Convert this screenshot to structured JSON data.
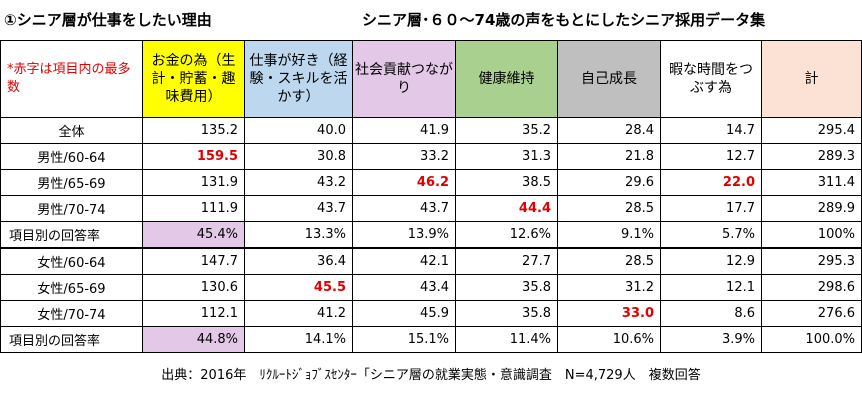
{
  "title_left": "①シニア層が仕事をしたい理由",
  "title_right": "シニア層･６０～74歳の声をもとにしたシニア採用データ集",
  "header": {
    "note": "*赤字は項目内の最多数",
    "columns": [
      {
        "label": "お金の為（生計・貯蓄・趣味費用）",
        "color": "#ffff00"
      },
      {
        "label": "仕事が好き（経験・スキルを活かす）",
        "color": "#bdd7ee"
      },
      {
        "label": "社会貢献つながり",
        "color": "#e4c8e8"
      },
      {
        "label": "健康維持",
        "color": "#a9d08e"
      },
      {
        "label": "自己成長",
        "color": "#bfbfbf"
      },
      {
        "label": "暇な時間をつぶす為",
        "color": "#ffffff"
      },
      {
        "label": "計",
        "color": "#fbe2d5"
      }
    ]
  },
  "rows": [
    {
      "label": "全体",
      "values": [
        "135.2",
        "40.0",
        "41.9",
        "35.2",
        "28.4",
        "14.7",
        "295.4"
      ],
      "max_index": -1
    },
    {
      "label": "男性/60-64",
      "values": [
        "159.5",
        "30.8",
        "33.2",
        "31.3",
        "21.8",
        "12.7",
        "289.3"
      ],
      "max_index": 0
    },
    {
      "label": "男性/65-69",
      "values": [
        "131.9",
        "43.2",
        "46.2",
        "38.5",
        "29.6",
        "22.0",
        "311.4"
      ],
      "max_index": [
        2,
        5
      ]
    },
    {
      "label": "男性/70-74",
      "values": [
        "111.9",
        "43.7",
        "43.7",
        "44.4",
        "28.5",
        "17.7",
        "289.9"
      ],
      "max_index": 3
    },
    {
      "label": "項目別の回答率",
      "values": [
        "45.4%",
        "13.3%",
        "13.9%",
        "12.6%",
        "9.1%",
        "5.7%",
        "100%"
      ],
      "rate": true
    },
    {
      "label": "女性/60-64",
      "values": [
        "147.7",
        "36.4",
        "42.1",
        "27.7",
        "28.5",
        "12.9",
        "295.3"
      ],
      "max_index": -1
    },
    {
      "label": "女性/65-69",
      "values": [
        "130.6",
        "45.5",
        "43.4",
        "35.8",
        "31.2",
        "12.1",
        "298.6"
      ],
      "max_index": 1
    },
    {
      "label": "女性/70-74",
      "values": [
        "112.1",
        "41.2",
        "45.9",
        "35.8",
        "33.0",
        "8.6",
        "276.6"
      ],
      "max_index": 4
    },
    {
      "label": "項目別の回答率",
      "values": [
        "44.8%",
        "14.1%",
        "15.1%",
        "11.4%",
        "10.6%",
        "3.9%",
        "100.0%"
      ],
      "rate": true
    }
  ],
  "source": "出典：2016年　ﾘｸﾙｰﾄｼﾞｮﾌﾞｽｾﾝﾀｰ「シニア層の就業実態・意識調査　N=4,729人　複数回答"
}
